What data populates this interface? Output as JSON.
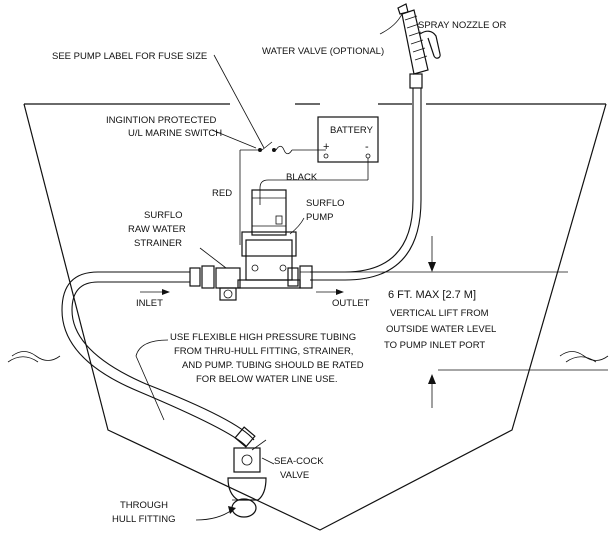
{
  "labels": {
    "spray_nozzle": "SPRAY NOZZLE OR",
    "water_valve": "WATER VALVE (OPTIONAL)",
    "fuse_note": "SEE PUMP LABEL FOR FUSE SIZE",
    "ignition_line1": "INGINTION PROTECTED",
    "ignition_line2": "U/L MARINE SWITCH",
    "battery": "BATTERY",
    "battery_plus": "+",
    "battery_minus": "-",
    "black_wire": "BLACK",
    "red_wire": "RED",
    "pump_line1": "SURFLO",
    "pump_line2": "PUMP",
    "strainer_line1": "SURFLO",
    "strainer_line2": "RAW WATER",
    "strainer_line3": "STRAINER",
    "inlet": "INLET",
    "outlet": "OUTLET",
    "lift_line1": "6 FT. MAX [2.7 M]",
    "lift_line2": "VERTICAL LIFT FROM",
    "lift_line3": "OUTSIDE WATER LEVEL",
    "lift_line4": "TO PUMP INLET PORT",
    "tubing_line1": "USE FLEXIBLE HIGH PRESSURE TUBING",
    "tubing_line2": "FROM THRU-HULL FITTING, STRAINER,",
    "tubing_line3": "AND PUMP. TUBING SHOULD BE RATED",
    "tubing_line4": "FOR BELOW WATER LINE USE.",
    "seacock_line1": "SEA-COCK",
    "seacock_line2": "VALVE",
    "thruhull_line1": "THROUGH",
    "thruhull_line2": "HULL FITTING"
  }
}
